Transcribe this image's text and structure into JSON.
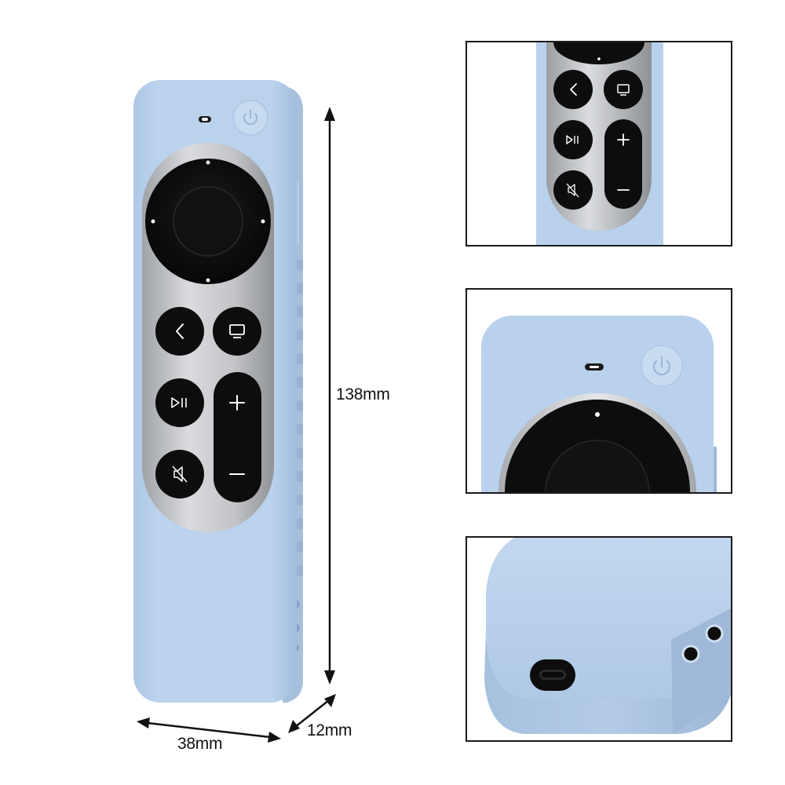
{
  "dimensions": {
    "height": "138mm",
    "width": "38mm",
    "depth": "12mm"
  },
  "colors": {
    "case": "#b9d1ec",
    "case_shade": "#a4bedd",
    "case_light": "#cfe0f3",
    "button": "#0d0d0d",
    "silver": "#c4c6c9",
    "background": "#ffffff",
    "line": "#111111"
  },
  "icons": [
    "power-icon",
    "back-chevron-icon",
    "tv-icon",
    "play-pause-icon",
    "plus-icon",
    "minus-icon",
    "mute-icon"
  ]
}
